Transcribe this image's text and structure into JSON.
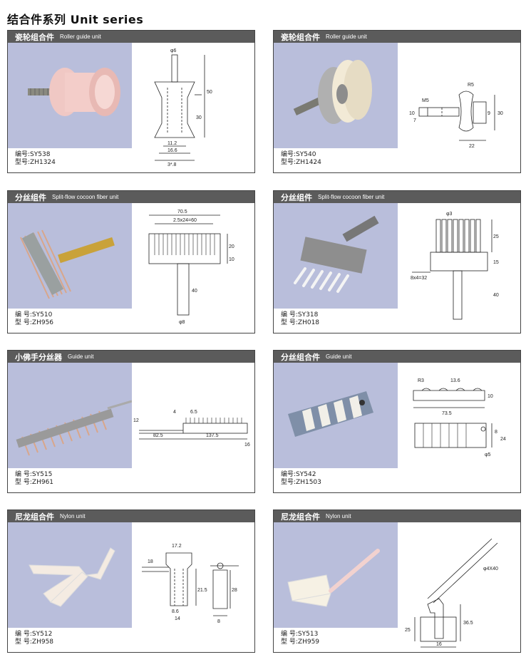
{
  "page": {
    "title": "结合件系列  Unit series"
  },
  "cards": [
    {
      "title_cn": "瓷轮组合件",
      "title_en": "Roller guide unit",
      "code_label": "编号:",
      "code": "SY538",
      "model_label": "型号:",
      "model": "ZH1324",
      "dims": [
        "φ6",
        "50",
        "30",
        "11.2",
        "16.6",
        "3*.8"
      ]
    },
    {
      "title_cn": "瓷轮组合件",
      "title_en": "Roller guide unit",
      "code_label": "编号:",
      "code": "SY540",
      "model_label": "型号:",
      "model": "ZH1424",
      "dims": [
        "M5",
        "R5",
        "10",
        "7",
        "9",
        "30",
        "22"
      ]
    },
    {
      "title_cn": "分丝组件",
      "title_en": "Split-flow cocoon fiber unit",
      "code_label": "编 号:",
      "code": "SY510",
      "model_label": "型 号:",
      "model": "ZH956",
      "dims": [
        "70.5",
        "2.5x24=60",
        "20",
        "10",
        "40",
        "φ8"
      ]
    },
    {
      "title_cn": "分丝组件",
      "title_en": "Split-flow cocoon fiber unit",
      "code_label": "编 号:",
      "code": "SY318",
      "model_label": "型 号:",
      "model": "ZH018",
      "dims": [
        "φ3",
        "25",
        "15",
        "8x4=32",
        "40"
      ]
    },
    {
      "title_cn": "小佛手分丝器",
      "title_en": "Guide unit",
      "code_label": "编 号:",
      "code": "SY515",
      "model_label": "型 号:",
      "model": "ZH961",
      "dims": [
        "4",
        "6.5",
        "12",
        "82.5",
        "137.5",
        "16"
      ]
    },
    {
      "title_cn": "分丝组合件",
      "title_en": "Guide unit",
      "code_label": "编号:",
      "code": "SY542",
      "model_label": "型号:",
      "model": "ZH1503",
      "dims": [
        "R3",
        "13.6",
        "73.5",
        "10",
        "8",
        "24",
        "φ5"
      ]
    },
    {
      "title_cn": "尼龙组合件",
      "title_en": "Nylon unit",
      "code_label": "编 号:",
      "code": "SY512",
      "model_label": "型 号:",
      "model": "ZH958",
      "dims": [
        "17.2",
        "18",
        "21.5",
        "28",
        "8.6",
        "14",
        "8"
      ]
    },
    {
      "title_cn": "尼龙组合件",
      "title_en": "Nylon unit",
      "code_label": "编 号:",
      "code": "SY513",
      "model_label": "型 号:",
      "model": "ZH959",
      "dims": [
        "φ4X40",
        "25",
        "36.5",
        "16"
      ]
    }
  ]
}
